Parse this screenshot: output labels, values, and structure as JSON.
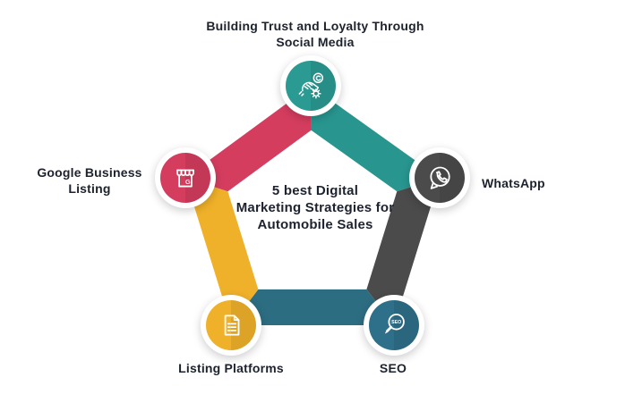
{
  "background": "#ffffff",
  "center_title": {
    "lines": [
      "5 best Digital",
      "Marketing Strategies for",
      "Automobile Sales"
    ]
  },
  "nodes": [
    {
      "key": "social-media",
      "label": "Building Trust and Loyalty Through Social Media",
      "color": "#2a9a93",
      "icon": "handshake-trust-icon"
    },
    {
      "key": "whatsapp",
      "label": "WhatsApp",
      "color": "#4b4b4b",
      "icon": "whatsapp-icon"
    },
    {
      "key": "seo",
      "label": "SEO",
      "color": "#2e7089",
      "icon": "seo-magnifier-icon",
      "icon_text": "SEO"
    },
    {
      "key": "listing-platforms",
      "label": "Listing Platforms",
      "color": "#f0b12a",
      "icon": "document-list-icon"
    },
    {
      "key": "google-business",
      "label": "Google Business Listing",
      "color": "#d53d5f",
      "icon": "storefront-icon",
      "icon_text": "G"
    }
  ],
  "segments": {
    "top_left": "#d53d5f",
    "top_right": "#28968f",
    "right": "#4b4b4b",
    "bottom": "#2d6d82",
    "left": "#f0b12a"
  }
}
